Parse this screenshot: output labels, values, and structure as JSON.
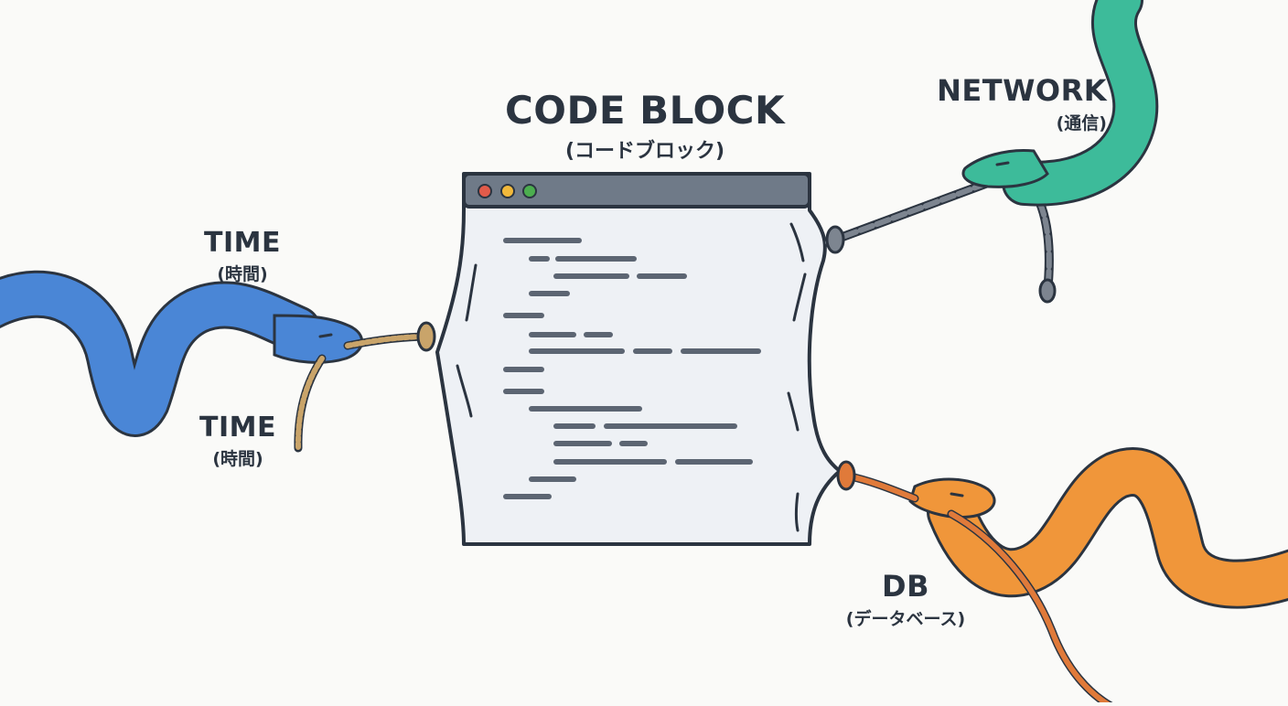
{
  "labels": {
    "code_block": {
      "title": "CODE BLOCK",
      "subtitle": "(コードブロック)"
    },
    "time_top": {
      "title": "TIME",
      "subtitle": "(時間)"
    },
    "time_bottom": {
      "title": "TIME",
      "subtitle": "(時間)"
    },
    "network": {
      "title": "NETWORK",
      "subtitle": "(通信)"
    },
    "db": {
      "title": "DB",
      "subtitle": "(データベース)"
    }
  },
  "colors": {
    "background": "#fafaf8",
    "outline": "#2b3440",
    "time_snake": "#4a86d6",
    "network_snake": "#3dbb9a",
    "db_snake": "#f0963a",
    "rope": "#c9a46a",
    "orange_rope": "#e07a3a",
    "chain": "#7d8590",
    "window_bar": "#6f7a88",
    "window_body": "#eef1f5",
    "code_line": "#5c6572",
    "dot_red": "#e25b4a",
    "dot_yellow": "#f2b93b",
    "dot_green": "#4cae4f"
  },
  "icons": [
    "time-snake",
    "network-snake",
    "db-snake",
    "rope",
    "chain",
    "code-window"
  ]
}
